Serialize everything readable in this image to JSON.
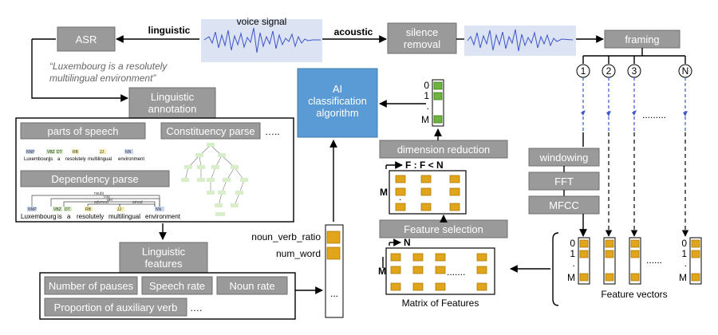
{
  "top": {
    "voice_signal": "voice signal",
    "linguistic": "linguistic",
    "acoustic": "acoustic",
    "asr": "ASR",
    "quote": [
      "“Luxembourg is a resolutely",
      "multilingual environment”"
    ],
    "silence_removal": [
      "silence",
      "removal"
    ],
    "framing": "framing",
    "frame_numbers": [
      "1",
      "2",
      "3",
      "N"
    ]
  },
  "annotation": {
    "title": [
      "Linguistic",
      "annotation"
    ],
    "parts_of_speech": "parts of speech",
    "constituency_parse": "Constituency parse",
    "dots": "…..",
    "dependency_parse": "Dependency parse",
    "pos_tags": [
      "NNP",
      "VBZ",
      "DT",
      "RB",
      "JJ",
      "NN"
    ],
    "dep_tags": [
      "NNP",
      "VBZ",
      "DT",
      "RB",
      "JJ",
      "NN"
    ],
    "dep_arcs": [
      "nsubj",
      "cop",
      "det",
      "advmod",
      "amod"
    ],
    "sentence_words": [
      "Luxembourg",
      "is",
      "a",
      "resolutely",
      "multilingual",
      "environment"
    ]
  },
  "features": {
    "title": [
      "Linguistic",
      "features"
    ],
    "items": [
      "Number of pauses",
      "Speech rate",
      "Noun rate",
      "Proportion of auxiliary verb"
    ],
    "dots": "….",
    "vector_labels": [
      "noun_verb_ratio",
      "num_word"
    ],
    "vector_dots": "..."
  },
  "ai": {
    "label": [
      "AI",
      "classification",
      "algorithm"
    ]
  },
  "output_vector": {
    "rows": [
      "0",
      "1",
      ".",
      "M"
    ]
  },
  "dimension_reduction": "dimension reduction",
  "reduced_matrix": {
    "f_label": "F : F < N",
    "m_label": "M",
    "dots": "."
  },
  "feature_selection": "Feature selection",
  "matrix": {
    "n_label": "N",
    "m_label": "M",
    "dots": ".......",
    "caption": "Matrix of Features"
  },
  "processing": [
    "windowing",
    "FFT",
    "MFCC"
  ],
  "feature_vectors": {
    "caption": "Feature vectors",
    "rows": [
      "0",
      "1",
      ".",
      "M"
    ],
    "dots": "......"
  },
  "colors": {
    "accent_blue": "#5b9bd5",
    "cell_orange": "#e1a51b",
    "cell_green": "#6db33f",
    "box_gray": "#9a9a9a"
  }
}
